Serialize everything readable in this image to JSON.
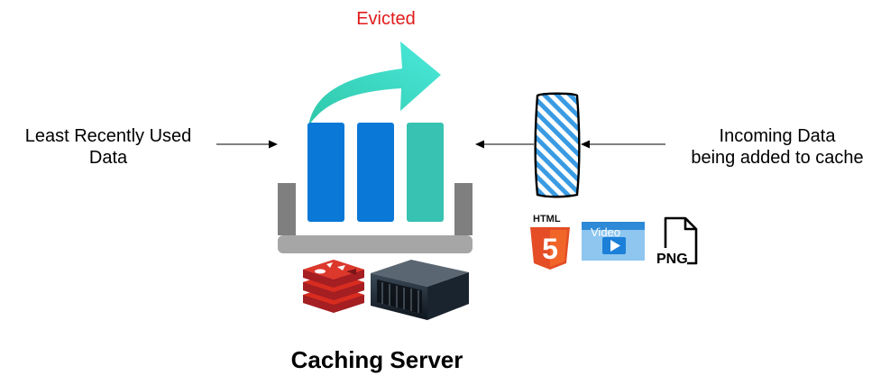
{
  "labels": {
    "evicted": "Evicted",
    "lru_line1": "Least Recently Used",
    "lru_line2": "Data",
    "incoming_line1": "Incoming Data",
    "incoming_line2": "being added to cache",
    "server_title": "Caching Server"
  },
  "file_icons": {
    "html": "HTML",
    "html_digit": "5",
    "video": "Video",
    "png": "PNG"
  },
  "colors": {
    "evicted_text": "#e01b1b",
    "cache_block_blue": "#0a78d6",
    "cache_block_teal": "#37c2b1",
    "arrow_gradient_start": "#2ec7a8",
    "arrow_gradient_end": "#46ead8",
    "tray_gray": "#7f7f7f",
    "incoming_stripe": "#3a9be3",
    "html5_orange": "#e44d26",
    "video_blue": "#8ec6f0",
    "redis_red": "#c8282a"
  },
  "icons": [
    "evicted-arrow",
    "cache-tray",
    "incoming-data-block",
    "html5-icon",
    "video-icon",
    "png-file-icon",
    "redis-icon",
    "server-icon"
  ]
}
